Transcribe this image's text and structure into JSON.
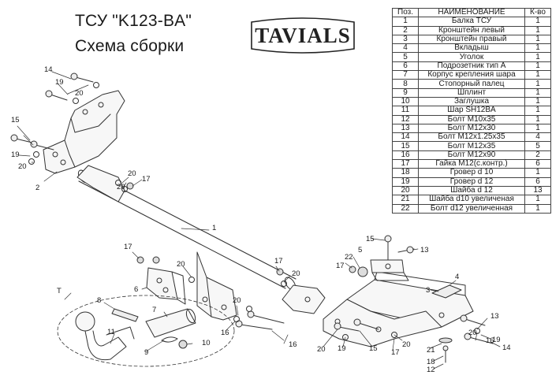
{
  "header": {
    "title": "ТСУ \"K123-BA\"",
    "subtitle": "Схема сборки",
    "logo_text": "TAVIALS"
  },
  "parts_table": {
    "columns": [
      "Поз.",
      "НАИМЕНОВАНИЕ",
      "К-во"
    ],
    "rows": [
      [
        "1",
        "Балка ТСУ",
        "1"
      ],
      [
        "2",
        "Кронштейн левый",
        "1"
      ],
      [
        "3",
        "Кронштейн правый",
        "1"
      ],
      [
        "4",
        "Вкладыш",
        "1"
      ],
      [
        "5",
        "Уголок",
        "1"
      ],
      [
        "6",
        "Подрозетник тип А",
        "1"
      ],
      [
        "7",
        "Корпус крепления шара",
        "1"
      ],
      [
        "8",
        "Стопорный палец",
        "1"
      ],
      [
        "9",
        "Шплинт",
        "1"
      ],
      [
        "10",
        "Заглушка",
        "1"
      ],
      [
        "11",
        "Шар SH12BA",
        "1"
      ],
      [
        "12",
        "Болт М10х35",
        "1"
      ],
      [
        "13",
        "Болт М12х30",
        "1"
      ],
      [
        "14",
        "Болт М12х1.25х35",
        "4"
      ],
      [
        "15",
        "Болт М12х35",
        "5"
      ],
      [
        "16",
        "Болт М12х90",
        "2"
      ],
      [
        "17",
        "Гайка М12(с.контр.)",
        "6"
      ],
      [
        "18",
        "Гровер d 10",
        "1"
      ],
      [
        "19",
        "Гровер d 12",
        "6"
      ],
      [
        "20",
        "Шайба d 12",
        "13"
      ],
      [
        "21",
        "Шайба d10 увеличеная",
        "1"
      ],
      [
        "22",
        "Болт d12 увеличенная",
        "1"
      ]
    ]
  },
  "callouts": {
    "c1": "1",
    "c2": "2",
    "c3": "3",
    "c4": "4",
    "c5": "5",
    "c6": "6",
    "c7": "7",
    "c8": "8",
    "c9": "9",
    "c10": "10",
    "c11": "11",
    "c12": "12",
    "c13a": "13",
    "c13b": "13",
    "c14a": "14",
    "c14b": "14",
    "c15a": "15",
    "c15b": "15",
    "c15c": "15",
    "c16a": "16",
    "c16b": "16",
    "c16c": "16",
    "c17a": "17",
    "c17b": "17",
    "c17c": "17",
    "c17d": "17",
    "c17e": "17",
    "c18": "18",
    "c19a": "19",
    "c19b": "19",
    "c19c": "19",
    "c19d": "19",
    "c20a": "20",
    "c20b": "20",
    "c20c": "20",
    "c20d": "20",
    "c20e": "20",
    "c20f": "20",
    "c20g": "20",
    "c20h": "20",
    "c20i": "20",
    "c20j": "20",
    "c20k": "20",
    "c21": "21",
    "c22": "22",
    "cT": "T"
  }
}
